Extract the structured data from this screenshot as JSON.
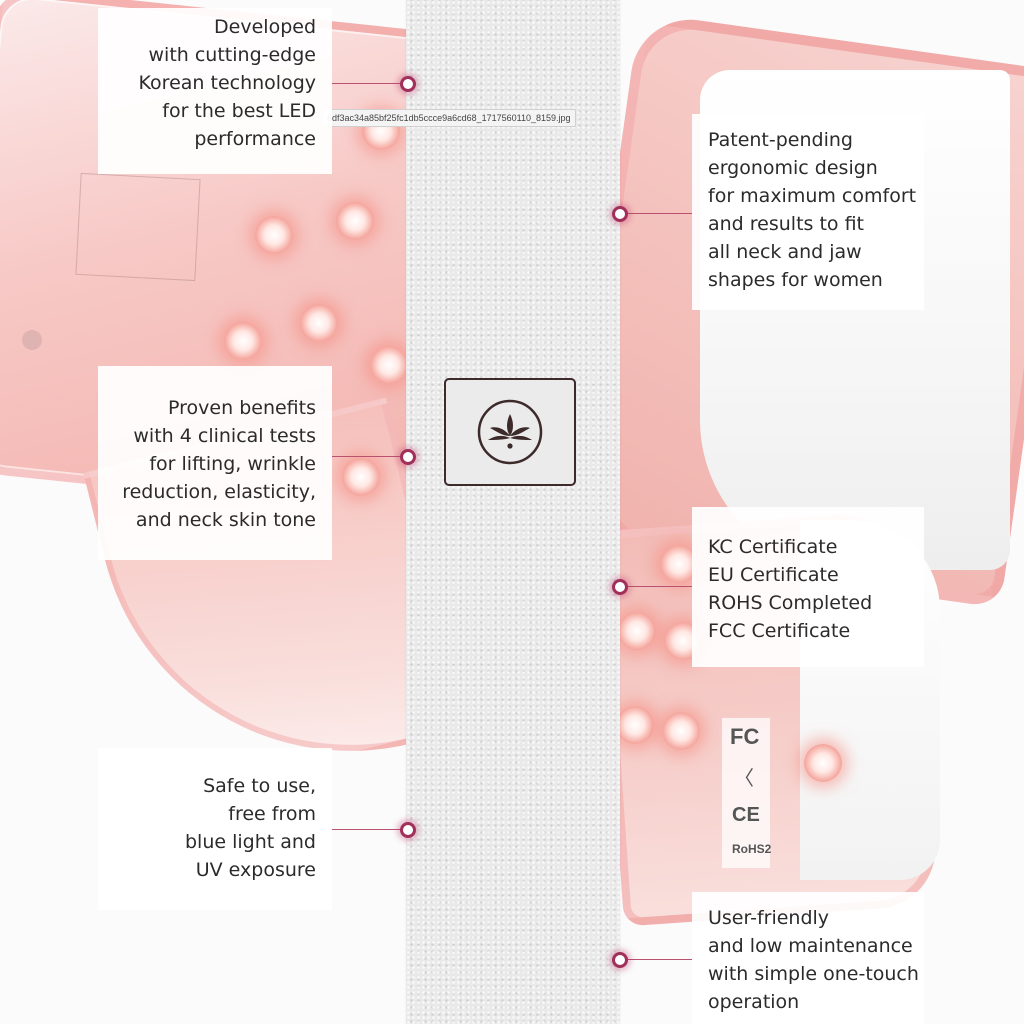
{
  "overlay": {
    "filename": "6df3ac34a85bf25fc1db5ccce9a6cd68_1717560110_8159.jpg"
  },
  "colors": {
    "accent": "#a0305a",
    "text": "#2b2b2b",
    "device_pink": "#f4b7b1"
  },
  "logo": {
    "icon": "lotus-icon"
  },
  "device_markings": [
    "FC",
    "CE",
    "RoHS2"
  ],
  "features": [
    {
      "id": "korean-technology",
      "lines": [
        "Developed",
        "with cutting-edge",
        "Korean technology",
        "for the best LED",
        "performance"
      ]
    },
    {
      "id": "ergonomic-design",
      "lines": [
        "Patent-pending",
        "ergonomic design",
        "for maximum comfort",
        "and results to fit",
        "all neck and jaw",
        "shapes for women"
      ]
    },
    {
      "id": "clinical-benefits",
      "lines": [
        "Proven benefits",
        "with 4 clinical tests",
        "for lifting, wrinkle",
        "reduction, elasticity,",
        "and neck skin tone"
      ]
    },
    {
      "id": "certificates",
      "lines": [
        "KC Certificate",
        "EU Certificate",
        "ROHS Completed",
        "FCC Certificate"
      ]
    },
    {
      "id": "safety",
      "lines": [
        "Safe to use,",
        "free from",
        "blue light and",
        "UV exposure"
      ]
    },
    {
      "id": "ease-of-use",
      "lines": [
        "User-friendly",
        "and low maintenance",
        "with simple one-touch",
        "operation"
      ]
    }
  ]
}
